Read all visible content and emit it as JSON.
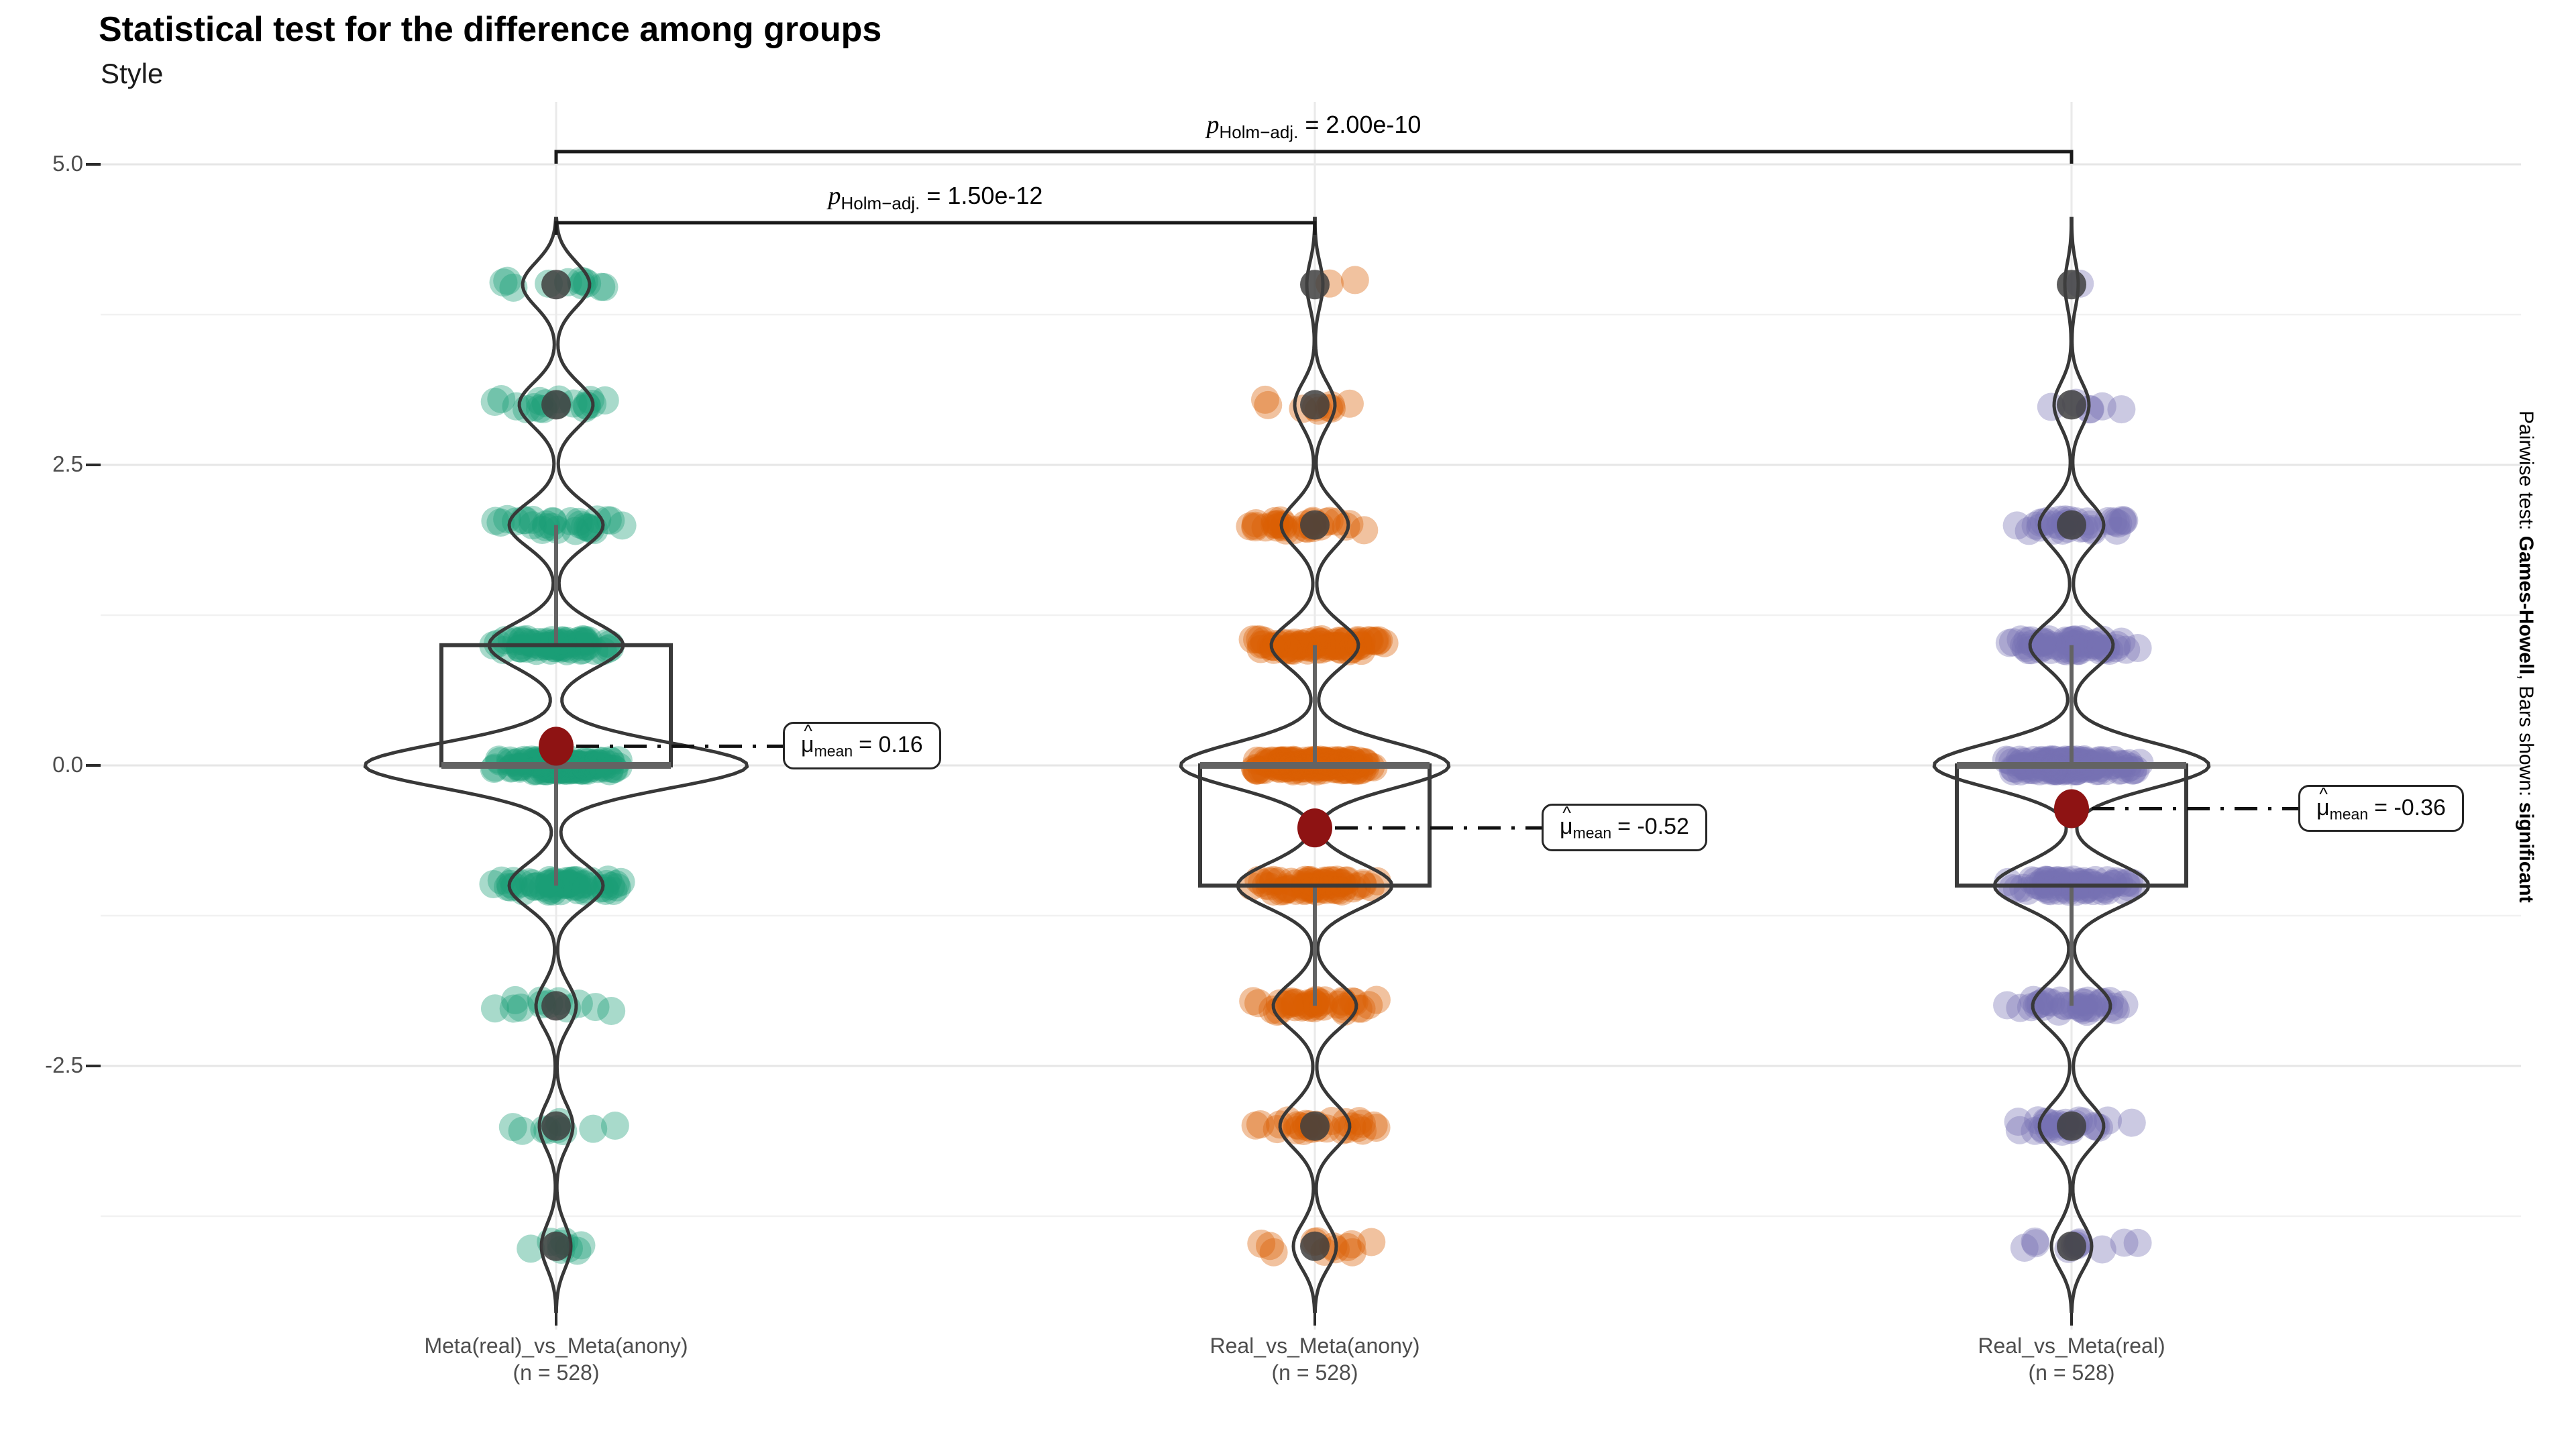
{
  "header": {
    "title": "Statistical test for the difference among groups",
    "subtitle": "Style"
  },
  "right_caption": {
    "prefix": "Pairwise test: ",
    "test_name": "Games-Howell",
    "middle": ", Bars shown: ",
    "emphasis": "significant"
  },
  "chart_data": {
    "type": "violin-box-jitter",
    "title": "Statistical test for the difference among groups",
    "subtitle": "Style",
    "y_axis": {
      "tick_labels": [
        "5.0",
        "2.5",
        "0.0",
        "-2.5"
      ],
      "tick_values": [
        5.0,
        2.5,
        0.0,
        -2.5
      ],
      "minor_values": [
        3.75,
        1.25,
        -1.25,
        -3.75
      ],
      "ylim": [
        -4.7,
        5.5
      ],
      "grid": true
    },
    "legend_position": "none",
    "mean_point_color": "#8e1313",
    "outlier_point_color": "#404040",
    "groups": [
      {
        "name": "Meta(real)_vs_Meta(anony)",
        "n_label": "(n = 528)",
        "n": 528,
        "point_color": "#1B9E77",
        "mean": 0.16,
        "mean_label": {
          "mu": "μ",
          "hat": "^",
          "sub": "mean",
          "eq": "= 0.16"
        },
        "box": {
          "q1": 0,
          "median": 0,
          "q3": 1,
          "whisker_low": -1,
          "whisker_high": 2
        },
        "outlier_values": [
          3,
          4,
          -2,
          -3,
          -4
        ],
        "jitter_bands": [
          {
            "value": 4,
            "count": 11
          },
          {
            "value": 3,
            "count": 18
          },
          {
            "value": 2,
            "count": 28
          },
          {
            "value": 1,
            "count": 70
          },
          {
            "value": 0,
            "count": 150
          },
          {
            "value": -1,
            "count": 60
          },
          {
            "value": -2,
            "count": 12
          },
          {
            "value": -3,
            "count": 9
          },
          {
            "value": -4,
            "count": 8
          }
        ],
        "violin_halfwidths": [
          {
            "value": 4,
            "hw": 50
          },
          {
            "value": 3,
            "hw": 55
          },
          {
            "value": 2,
            "hw": 70
          },
          {
            "value": 1,
            "hw": 100
          },
          {
            "value": 0,
            "hw": 285
          },
          {
            "value": -1,
            "hw": 70
          },
          {
            "value": -2,
            "hw": 30
          },
          {
            "value": -3,
            "hw": 25
          },
          {
            "value": -4,
            "hw": 22
          }
        ]
      },
      {
        "name": "Real_vs_Meta(anony)",
        "n_label": "(n = 528)",
        "n": 528,
        "point_color": "#D95F02",
        "mean": -0.52,
        "mean_label": {
          "mu": "μ",
          "hat": "^",
          "sub": "mean",
          "eq": "= -0.52"
        },
        "box": {
          "q1": -1,
          "median": 0,
          "q3": 0,
          "whisker_low": -2,
          "whisker_high": 1
        },
        "outlier_values": [
          2,
          3,
          4,
          -3,
          -4
        ],
        "jitter_bands": [
          {
            "value": 4,
            "count": 2
          },
          {
            "value": 3,
            "count": 9
          },
          {
            "value": 2,
            "count": 30
          },
          {
            "value": 1,
            "count": 80
          },
          {
            "value": 0,
            "count": 150
          },
          {
            "value": -1,
            "count": 70
          },
          {
            "value": -2,
            "count": 40
          },
          {
            "value": -3,
            "count": 28
          },
          {
            "value": -4,
            "count": 12
          }
        ],
        "violin_halfwidths": [
          {
            "value": 4,
            "hw": 12
          },
          {
            "value": 3,
            "hw": 30
          },
          {
            "value": 2,
            "hw": 50
          },
          {
            "value": 1,
            "hw": 65
          },
          {
            "value": 0,
            "hw": 200
          },
          {
            "value": -1,
            "hw": 115
          },
          {
            "value": -2,
            "hw": 62
          },
          {
            "value": -3,
            "hw": 52
          },
          {
            "value": -4,
            "hw": 32
          }
        ]
      },
      {
        "name": "Real_vs_Meta(real)",
        "n_label": "(n = 528)",
        "n": 528,
        "point_color": "#7570B3",
        "mean": -0.36,
        "mean_label": {
          "mu": "μ",
          "hat": "^",
          "sub": "mean",
          "eq": "= -0.36"
        },
        "box": {
          "q1": -1,
          "median": 0,
          "q3": 0,
          "whisker_low": -2,
          "whisker_high": 1
        },
        "outlier_values": [
          2,
          3,
          4,
          -3,
          -4
        ],
        "jitter_bands": [
          {
            "value": 4,
            "count": 1
          },
          {
            "value": 3,
            "count": 6
          },
          {
            "value": 2,
            "count": 32
          },
          {
            "value": 1,
            "count": 60
          },
          {
            "value": 0,
            "count": 150
          },
          {
            "value": -1,
            "count": 70
          },
          {
            "value": -2,
            "count": 35
          },
          {
            "value": -3,
            "count": 26
          },
          {
            "value": -4,
            "count": 11
          }
        ],
        "violin_halfwidths": [
          {
            "value": 4,
            "hw": 10
          },
          {
            "value": 3,
            "hw": 26
          },
          {
            "value": 2,
            "hw": 48
          },
          {
            "value": 1,
            "hw": 62
          },
          {
            "value": 0,
            "hw": 205
          },
          {
            "value": -1,
            "hw": 115
          },
          {
            "value": -2,
            "hw": 58
          },
          {
            "value": -3,
            "hw": 48
          },
          {
            "value": -4,
            "hw": 30
          }
        ]
      }
    ],
    "comparisons": [
      {
        "group_from": 0,
        "group_to": 2,
        "bar_y": 226,
        "label": {
          "p": "p",
          "sub": "Holm−adj.",
          "eq": "= 2.00e-10"
        }
      },
      {
        "group_from": 0,
        "group_to": 1,
        "bar_y": 332,
        "label": {
          "p": "p",
          "sub": "Holm−adj.",
          "eq": "= 1.50e-12"
        }
      }
    ]
  }
}
